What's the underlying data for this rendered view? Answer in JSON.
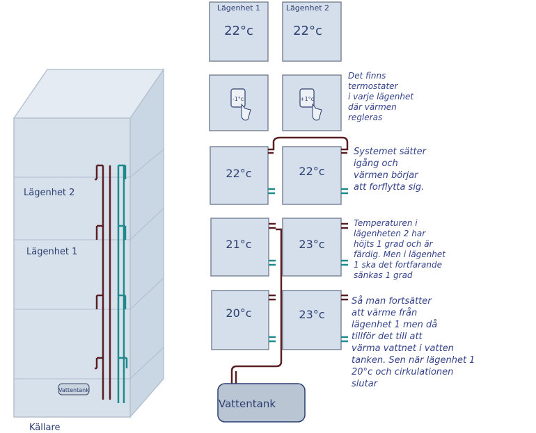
{
  "building": {
    "floor2_label": "Lägenhet 2",
    "floor1_label": "Lägenhet 1",
    "tank_label": "Vattentank",
    "cellar_label": "Källare"
  },
  "row1": {
    "left_label": "Lägenhet 1",
    "right_label": "Lägenhet 2",
    "left_temp": "22°c",
    "right_temp": "22°c"
  },
  "row2": {
    "left_display": "-1°c",
    "right_display": "+1°c",
    "note": "Det finns\ntermostater\ni varje lägenhet\ndär värmen\nregleras"
  },
  "row3": {
    "left_temp": "22°c",
    "right_temp": "22°c",
    "note": "Systemet sätter\nigång och\nvärmen börjar\natt forflytta sig."
  },
  "row4": {
    "left_temp": "21°c",
    "right_temp": "23°c",
    "note": "Temperaturen i\nlägenheten 2 har\nhöjts 1 grad och är\nfärdig. Men i lägenhet\n1 ska det fortfarande\nsänkas 1 grad"
  },
  "row5": {
    "left_temp": "20°c",
    "right_temp": "23°c",
    "note": "Så man fortsätter\natt värme från\nlägenhet 1 men då\ntillför det till att\nvärma vattnet i vatten\ntanken. Sen när lägenhet 1\n20°c och cirkulationen\nslutar"
  },
  "tank": {
    "label": "Vattentank"
  },
  "colors": {
    "box_fill": "#d4dfeb",
    "hot_pipe": "#5a1f24",
    "cold_pipe": "#1f8a8c",
    "ink": "#2c3e70"
  }
}
